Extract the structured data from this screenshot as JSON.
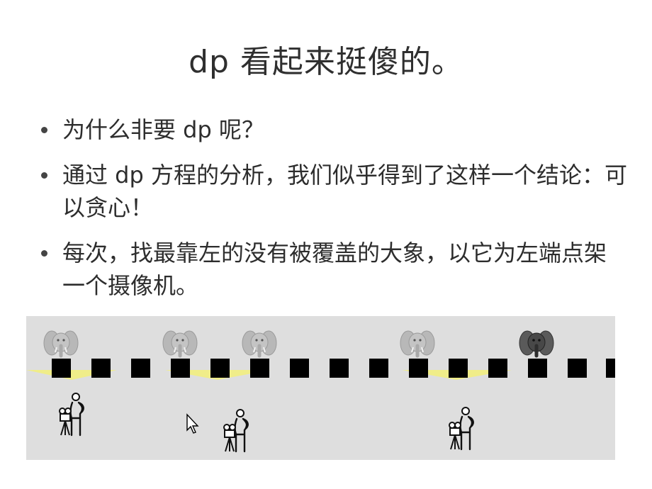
{
  "slide": {
    "title": "dp 看起来挺傻的。",
    "bullets": [
      {
        "text": "为什么非要 dp 呢？"
      },
      {
        "text": "通过 dp 方程的分析，我们似乎得到了这样一个结论：可以贪心！"
      },
      {
        "text": "每次，找最靠左的没有被覆盖的大象，以它为左端点架一个摄像机。"
      }
    ]
  },
  "illustration": {
    "icons": {
      "elephant": "elephant-icon",
      "dark_elephant": "dark-elephant-icon",
      "camera_operator": "camera-operator-icon",
      "cursor": "mouse-cursor-icon"
    },
    "colors": {
      "background": "#dedede",
      "block": "#000000",
      "beam": "#f3f07a",
      "elephant": "#b5b5b5",
      "dark_elephant": "#4a4a4a"
    }
  }
}
